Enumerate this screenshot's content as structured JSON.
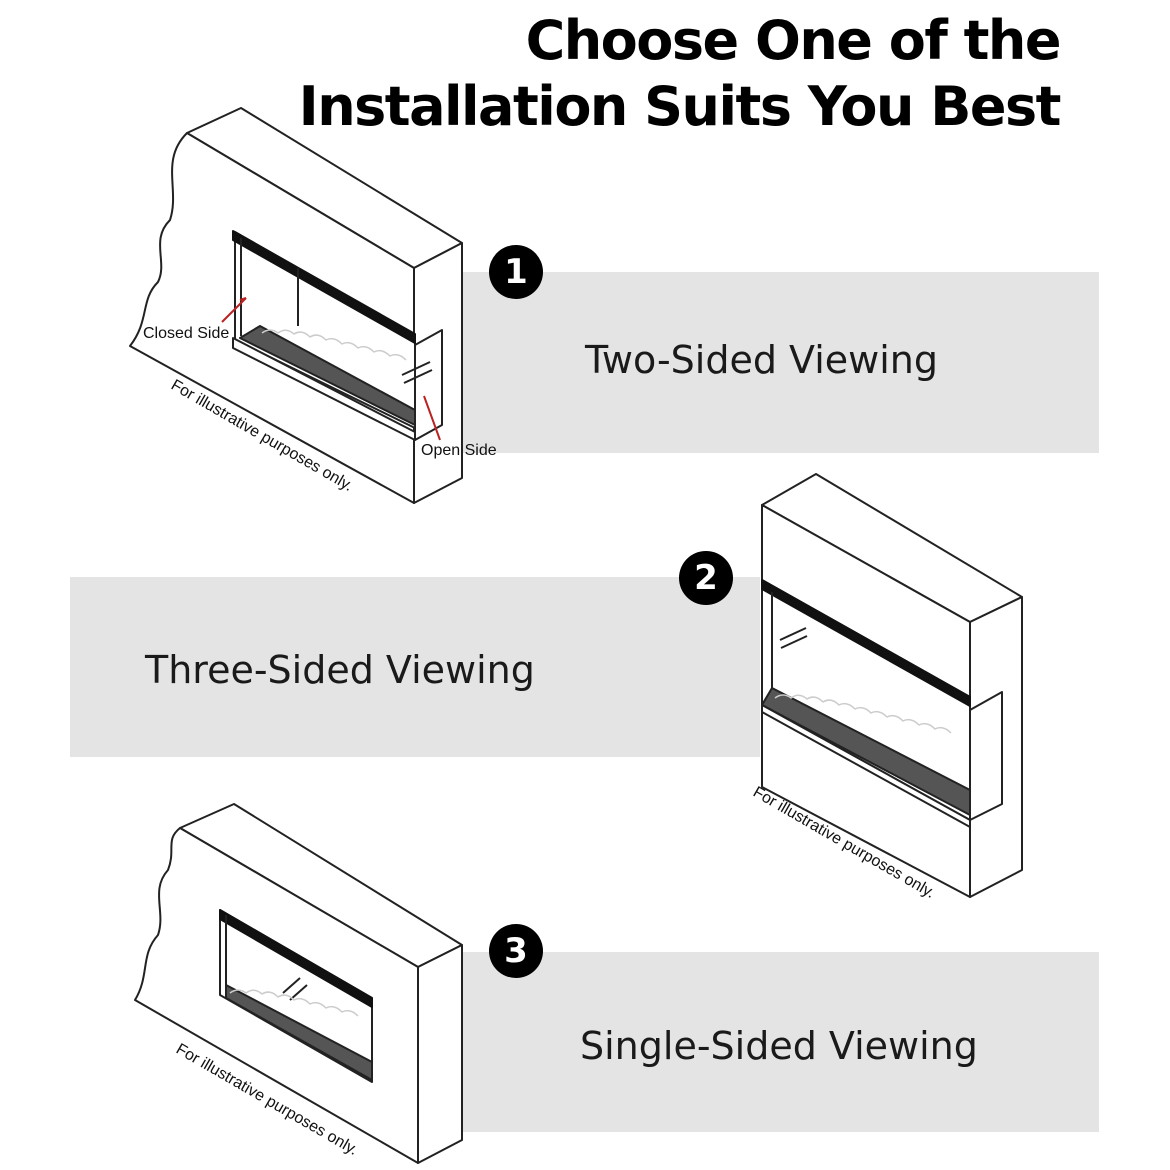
{
  "header": {
    "title_line1": "Choose One of the",
    "title_line2": "Installation Suits You Best"
  },
  "options": [
    {
      "number": "1",
      "label": "Two-Sided Viewing"
    },
    {
      "number": "2",
      "label": "Three-Sided Viewing"
    },
    {
      "number": "3",
      "label": "Single-Sided Viewing"
    }
  ],
  "annotations": {
    "closed_side": "Closed Side",
    "open_side": "Open Side",
    "disclaimer": "For illustrative purposes only."
  },
  "colors": {
    "band": "#e4e4e4",
    "badge": "#000000",
    "line": "#222222"
  }
}
